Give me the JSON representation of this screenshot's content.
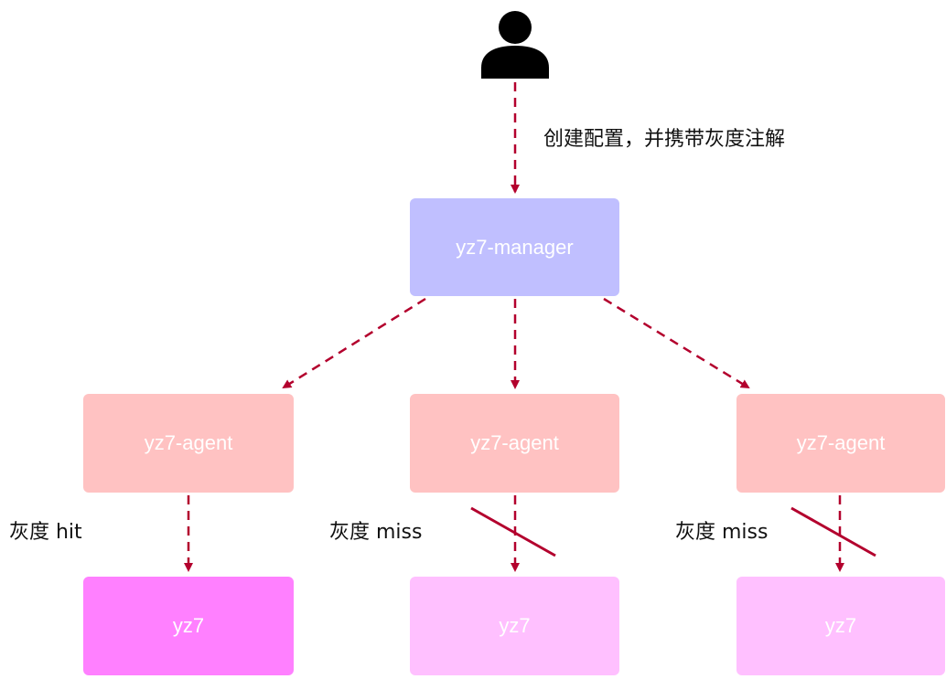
{
  "nodes": {
    "manager": "yz7-manager",
    "agents": [
      "yz7-agent",
      "yz7-agent",
      "yz7-agent"
    ],
    "targets": [
      "yz7",
      "yz7",
      "yz7"
    ]
  },
  "labels": {
    "create": "创建配置，并携带灰度注解",
    "hit": "灰度 hit",
    "miss_1": "灰度 miss",
    "miss_2": "灰度 miss"
  },
  "icons": {
    "user": "user-icon"
  },
  "colors": {
    "manager": "#c0bfff",
    "agent": "#ffc2c2",
    "target_hit": "#ff80ff",
    "target_miss": "#ffc0ff",
    "arrow": "#b3002d"
  }
}
